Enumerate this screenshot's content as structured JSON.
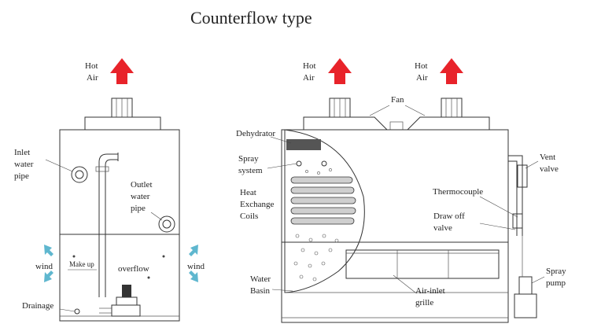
{
  "title": "Counterflow type",
  "colors": {
    "hot_air": "#e8232a",
    "wind_arrow": "#5fb7cf",
    "line": "#333333",
    "coil_fill": "#cfcfcf"
  },
  "left_unit": {
    "hot_air": [
      "Hot",
      "Air"
    ],
    "inlet_pipe": [
      "Inlet",
      "water",
      "pipe"
    ],
    "outlet_pipe": [
      "Outlet",
      "water",
      "pipe"
    ],
    "wind_left": "wind",
    "wind_right": "wind",
    "make_up": "Make up",
    "overflow": "overflow",
    "drainage": "Drainage"
  },
  "right_unit": {
    "hot_air_1": [
      "Hot",
      "Air"
    ],
    "hot_air_2": [
      "Hot",
      "Air"
    ],
    "fan": "Fan",
    "dehydrator": "Dehydrator",
    "spray_system": [
      "Spray",
      "system"
    ],
    "heat_exchange": [
      "Heat",
      "Exchange",
      "Coils"
    ],
    "water_basin": [
      "Water",
      "Basin"
    ],
    "air_inlet": [
      "Air-inlet",
      "grille"
    ],
    "vent_valve": [
      "Vent",
      "valve"
    ],
    "thermocouple": "Thermocouple",
    "draw_off": [
      "Draw off",
      "valve"
    ],
    "spray_pump": [
      "Spray",
      "pump"
    ]
  }
}
